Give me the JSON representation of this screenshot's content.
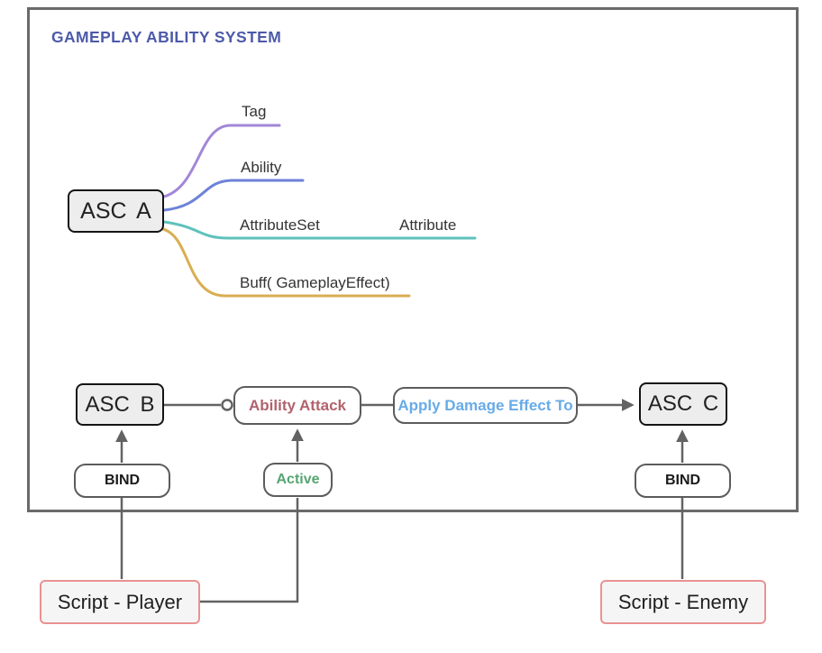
{
  "title": "GAMEPLAY ABILITY SYSTEM",
  "colors": {
    "title_text": "#4c5aa9",
    "frame_border": "#6a6a6a",
    "connector_gray": "#636363",
    "branch_purple": "#a287d8",
    "branch_blue": "#6e82d8",
    "branch_teal": "#5fc2bc",
    "branch_gold": "#d9ae52",
    "ability_attack_text": "#b2626c",
    "apply_damage_text": "#68abe8",
    "active_text": "#56a472",
    "script_border": "#ea9292"
  },
  "mindmap": {
    "root_label": "ASC A",
    "branches": [
      {
        "label": "Tag",
        "color": "#a287d8"
      },
      {
        "label": "Ability",
        "color": "#6e82d8"
      },
      {
        "label": "AttributeSet",
        "sub_label": "Attribute",
        "color": "#5fc2bc"
      },
      {
        "label": "Buff( GameplayEffect)",
        "color": "#d9ae52"
      }
    ]
  },
  "flow": {
    "asc_b_label": "ASC B",
    "ability_attack_label": "Ability Attack",
    "apply_damage_label": "Apply Damage Effect To",
    "asc_c_label": "ASC C",
    "bind_left_label": "BIND",
    "active_label": "Active",
    "bind_right_label": "BIND"
  },
  "scripts": {
    "player_label": "Script - Player",
    "enemy_label": "Script - Enemy"
  }
}
